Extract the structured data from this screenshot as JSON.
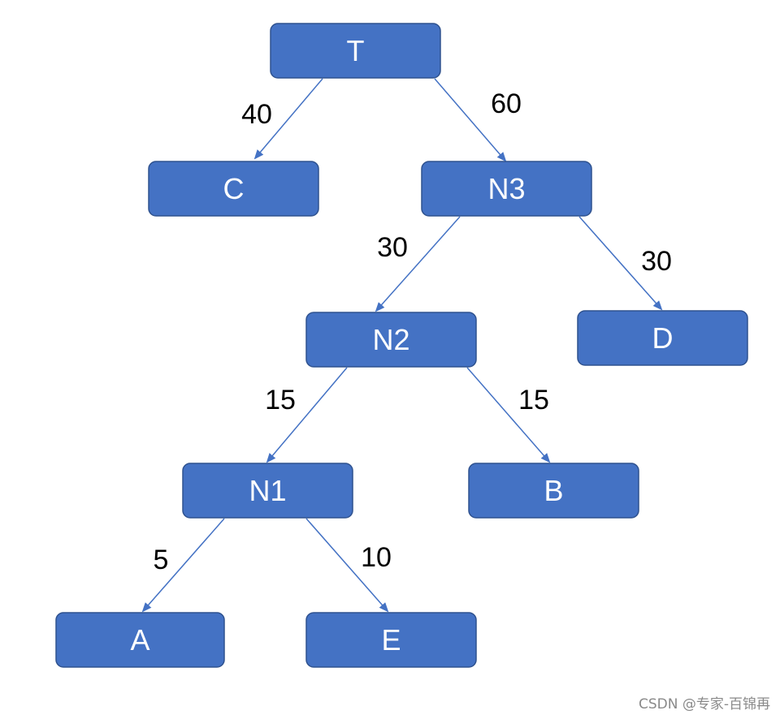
{
  "nodes": {
    "T": {
      "label": "T"
    },
    "C": {
      "label": "C"
    },
    "N3": {
      "label": "N3"
    },
    "N2": {
      "label": "N2"
    },
    "D": {
      "label": "D"
    },
    "N1": {
      "label": "N1"
    },
    "B": {
      "label": "B"
    },
    "A": {
      "label": "A"
    },
    "E": {
      "label": "E"
    }
  },
  "edges": {
    "T_C": {
      "from": "T",
      "to": "C",
      "weight": "40"
    },
    "T_N3": {
      "from": "T",
      "to": "N3",
      "weight": "60"
    },
    "N3_N2": {
      "from": "N3",
      "to": "N2",
      "weight": "30"
    },
    "N3_D": {
      "from": "N3",
      "to": "D",
      "weight": "30"
    },
    "N2_N1": {
      "from": "N2",
      "to": "N1",
      "weight": "15"
    },
    "N2_B": {
      "from": "N2",
      "to": "B",
      "weight": "15"
    },
    "N1_A": {
      "from": "N1",
      "to": "A",
      "weight": "5"
    },
    "N1_E": {
      "from": "N1",
      "to": "E",
      "weight": "10"
    }
  },
  "colors": {
    "node_fill": "#4472c4",
    "node_border": "#2f528f",
    "edge": "#4472c4",
    "label_text": "#ffffff",
    "weight_text": "#000000"
  },
  "watermark": "CSDN @专家-百锦再"
}
